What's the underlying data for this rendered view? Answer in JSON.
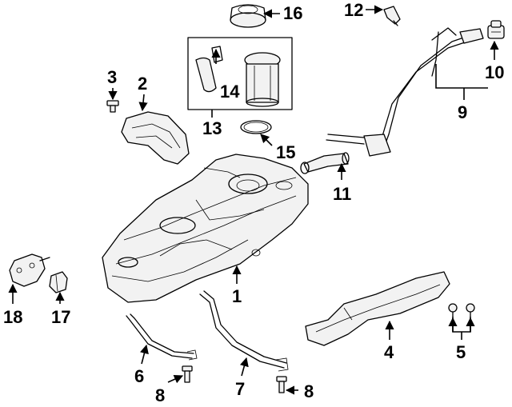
{
  "labels": {
    "l1": "1",
    "l2": "2",
    "l3": "3",
    "l4": "4",
    "l5": "5",
    "l6": "6",
    "l7": "7",
    "l8a": "8",
    "l8b": "8",
    "l9": "9",
    "l10": "10",
    "l11": "11",
    "l12": "12",
    "l13": "13",
    "l14": "14",
    "l15": "15",
    "l16": "16",
    "l17": "17",
    "l18": "18"
  }
}
